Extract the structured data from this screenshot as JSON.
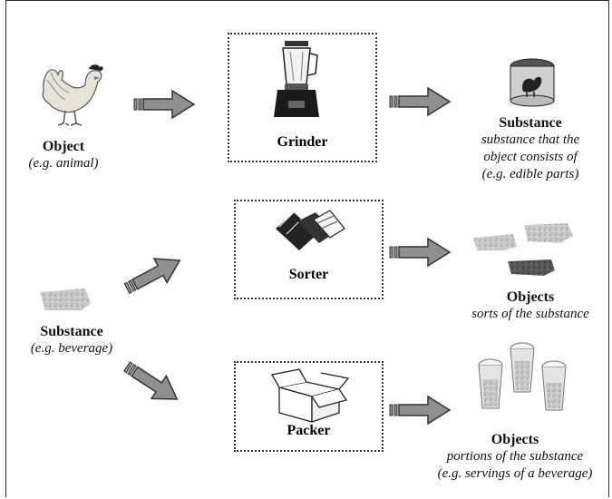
{
  "nodes": {
    "object_animal": {
      "title": "Object",
      "subtitle": "(e.g. animal)"
    },
    "grinder": {
      "label": "Grinder"
    },
    "substance_out": {
      "title": "Substance",
      "line1": "substance that the",
      "line2": "object consists of",
      "line3": "(e.g. edible parts)"
    },
    "substance_in": {
      "title": "Substance",
      "subtitle": "(e.g. beverage)"
    },
    "sorter": {
      "label": "Sorter"
    },
    "objects_sorts": {
      "title": "Objects",
      "subtitle": "sorts of the substance"
    },
    "packer": {
      "label": "Packer"
    },
    "objects_portions": {
      "title": "Objects",
      "line1": "portions of the substance",
      "line2": "(e.g. servings of a beverage)"
    }
  },
  "icons": [
    "chicken-icon",
    "blender-icon",
    "canned-chicken-icon",
    "substance-blob-icon",
    "sorter-files-icon",
    "sorted-blobs-icon",
    "box-icon",
    "beer-glasses-icon"
  ],
  "colors": {
    "arrow_fill": "#8f8f8f",
    "arrow_stroke": "#333333",
    "box_border": "#333333"
  }
}
